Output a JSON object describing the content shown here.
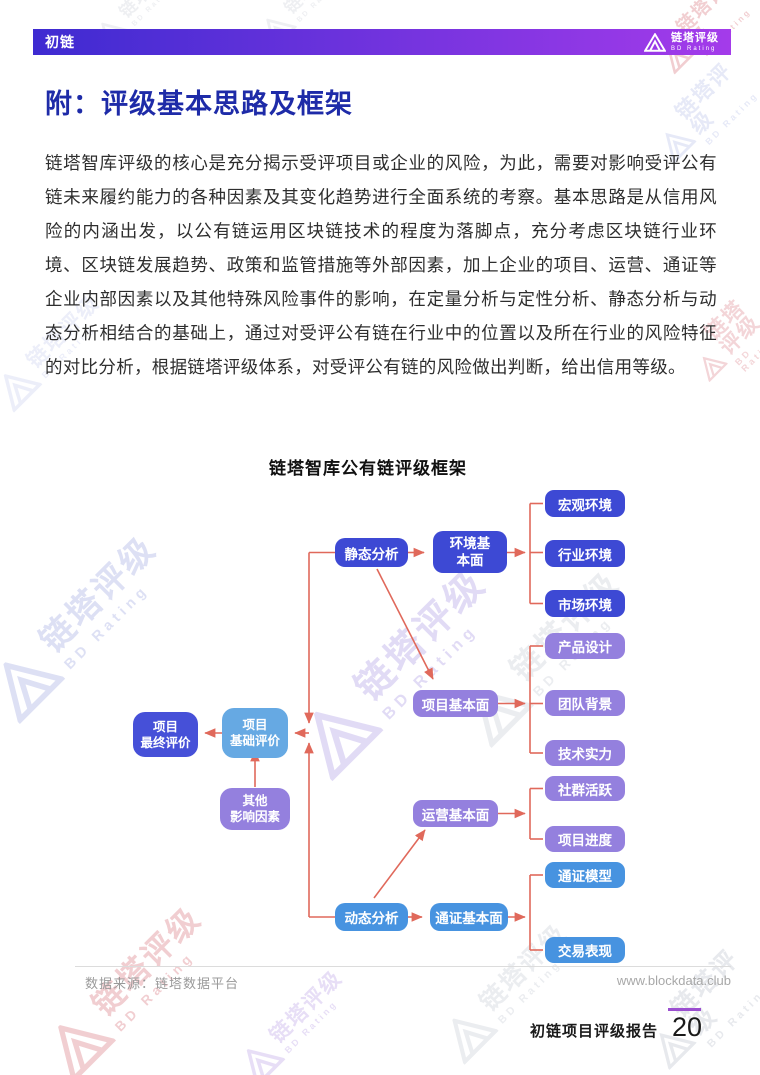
{
  "brand": {
    "name": "链塔评级",
    "sub": "BD Rating"
  },
  "header": {
    "doc_label": "初链"
  },
  "title": "附：评级基本思路及框架",
  "body": {
    "paragraph": "链塔智库评级的核心是充分揭示受评项目或企业的风险，为此，需要对影响受评公有链未来履约能力的各种因素及其变化趋势进行全面系统的考察。基本思路是从信用风险的内涵出发，以公有链运用区块链技术的程度为落脚点，充分考虑区块链行业环境、区块链发展趋势、政策和监管措施等外部因素，加上企业的项目、运营、通证等企业内部因素以及其他特殊风险事件的影响，在定量分析与定性分析、静态分析与动态分析相结合的基础上，通过对受评公有链在行业中的位置以及所在行业的风险特征的对比分析，根据链塔评级体系，对受评公有链的风险做出判断，给出信用等级。"
  },
  "diagram": {
    "title": "链塔智库公有链评级框架",
    "nodes": [
      {
        "id": "static-analysis",
        "label": "静态分析"
      },
      {
        "id": "environment-fundamentals",
        "label": "环境基\n本面"
      },
      {
        "id": "macro-environment",
        "label": "宏观环境"
      },
      {
        "id": "industry-environment",
        "label": "行业环境"
      },
      {
        "id": "market-environment",
        "label": "市场环境"
      },
      {
        "id": "product-design",
        "label": "产品设计"
      },
      {
        "id": "project-fundamentals",
        "label": "项目基本面"
      },
      {
        "id": "team-background",
        "label": "团队背景"
      },
      {
        "id": "tech-strength",
        "label": "技术实力"
      },
      {
        "id": "community-activity",
        "label": "社群活跃"
      },
      {
        "id": "operation-fundamentals",
        "label": "运营基本面"
      },
      {
        "id": "project-progress",
        "label": "项目进度"
      },
      {
        "id": "token-model",
        "label": "通证模型"
      },
      {
        "id": "dynamic-analysis",
        "label": "动态分析"
      },
      {
        "id": "token-fundamentals",
        "label": "通证基本面"
      },
      {
        "id": "trading-performance",
        "label": "交易表现"
      },
      {
        "id": "project-final-evaluation",
        "label": "项目\n最终评价"
      },
      {
        "id": "project-basic-evaluation",
        "label": "项目\n基础评价"
      },
      {
        "id": "other-influence-factors",
        "label": "其他\n影响因素"
      }
    ]
  },
  "footer": {
    "source": "数据来源：链塔数据平台",
    "website": "www.blockdata.club",
    "report_name": "初链项目评级报告",
    "page_number": "20"
  },
  "colors": {
    "node_blue": "#3D49D4",
    "node_sky": "#4793E0",
    "node_purple": "#9480DE",
    "node_indigo": "#4650D8",
    "node_lightblue": "#66A9E3",
    "arrow": "#E0695B",
    "header_gradient_start": "#3E2BD1",
    "header_gradient_end": "#A43BEA",
    "title_color": "#1E2BA8",
    "page_accent": "#9B4FD0"
  }
}
